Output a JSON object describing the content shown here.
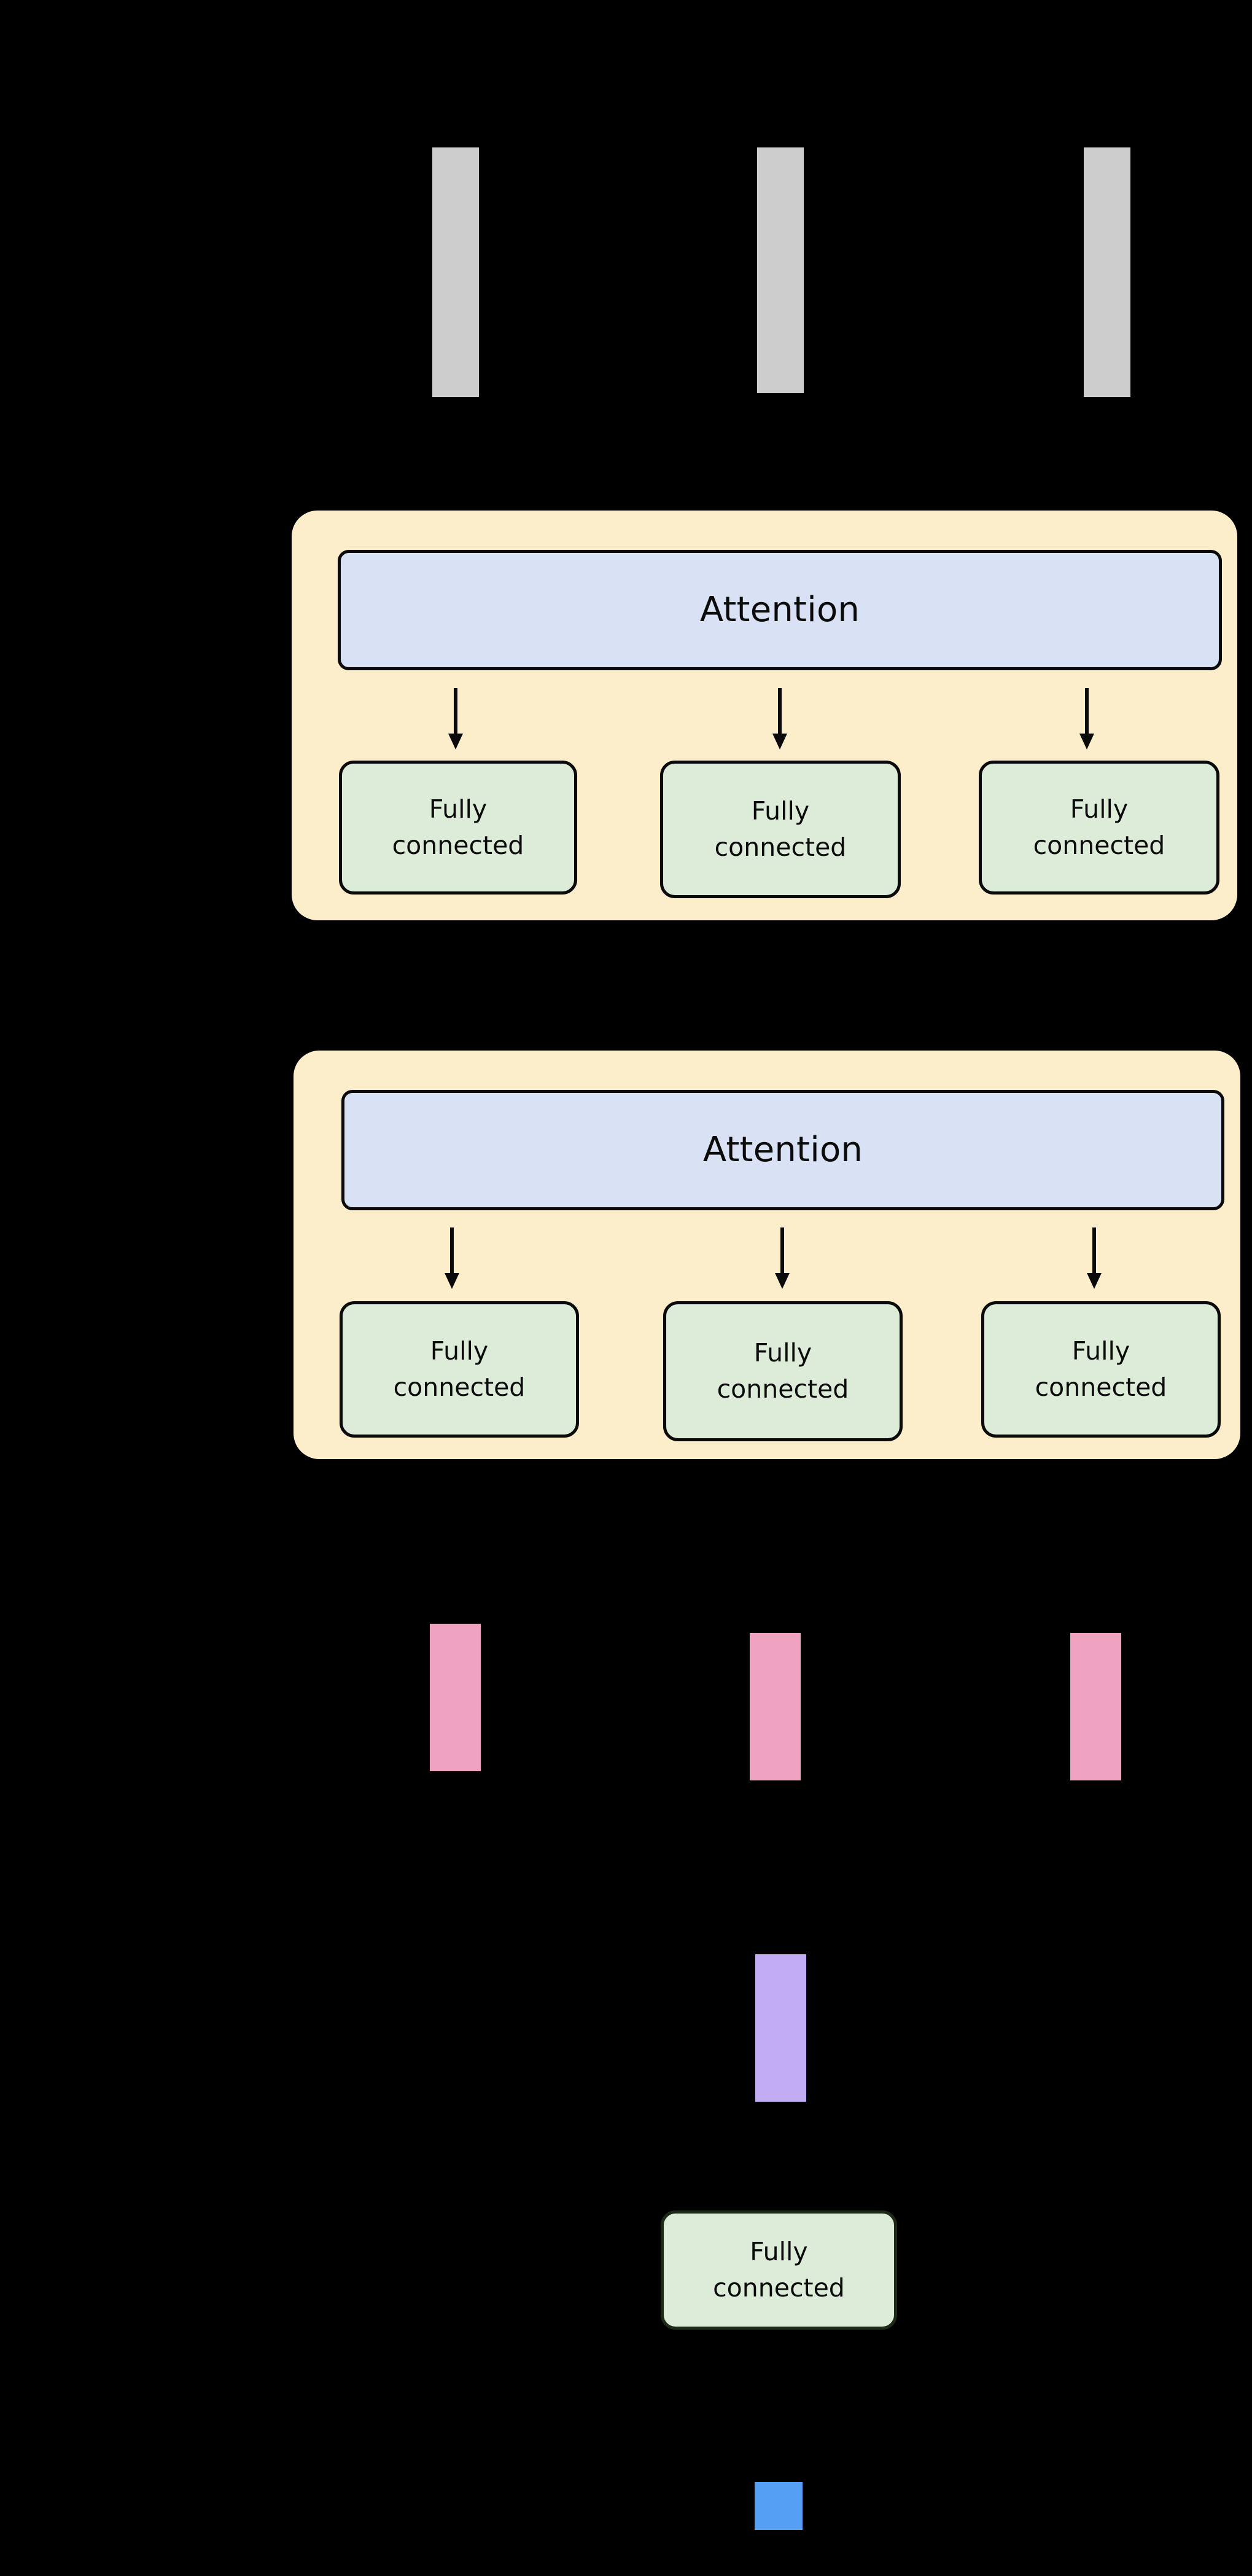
{
  "diagram": {
    "title": "Transformer-style stacked attention block diagram",
    "background_color": "#000000",
    "palette": {
      "input_token_bar": "#cdcdcd",
      "output_token_bar": "#f0a3c1",
      "pooled_vector_bar": "#c2adf4",
      "prediction_bar": "#55a0f5",
      "layer_container": "#fdeecb",
      "attention_fill": "#d9e1f4",
      "fully_connected_fill": "#ddecd8",
      "stroke": "#0a0a0a"
    }
  },
  "input_row": {
    "name": "input-token-embeddings",
    "count": 3,
    "bars": [
      {
        "id": "input-bar-1",
        "color": "#cdcdcd"
      },
      {
        "id": "input-bar-2",
        "color": "#cdcdcd"
      },
      {
        "id": "input-bar-3",
        "color": "#cdcdcd"
      }
    ]
  },
  "layers": [
    {
      "id": "layer-1",
      "attention": {
        "label": "Attention"
      },
      "arrow_count": 3,
      "fully_connected": [
        {
          "label": "Fully\nconnected"
        },
        {
          "label": "Fully\nconnected"
        },
        {
          "label": "Fully\nconnected"
        }
      ]
    },
    {
      "id": "layer-2",
      "attention": {
        "label": "Attention"
      },
      "arrow_count": 3,
      "fully_connected": [
        {
          "label": "Fully\nconnected"
        },
        {
          "label": "Fully\nconnected"
        },
        {
          "label": "Fully\nconnected"
        }
      ]
    }
  ],
  "output_row": {
    "name": "contextual-token-outputs",
    "count": 3,
    "bars": [
      {
        "id": "output-bar-1",
        "color": "#f0a3c1"
      },
      {
        "id": "output-bar-2",
        "color": "#f0a3c1"
      },
      {
        "id": "output-bar-3",
        "color": "#f0a3c1"
      }
    ]
  },
  "pooled": {
    "id": "pooled-vector",
    "color": "#c2adf4"
  },
  "head": {
    "fully_connected": {
      "label": "Fully\nconnected"
    }
  },
  "prediction": {
    "id": "prediction-output",
    "color": "#55a0f5"
  }
}
